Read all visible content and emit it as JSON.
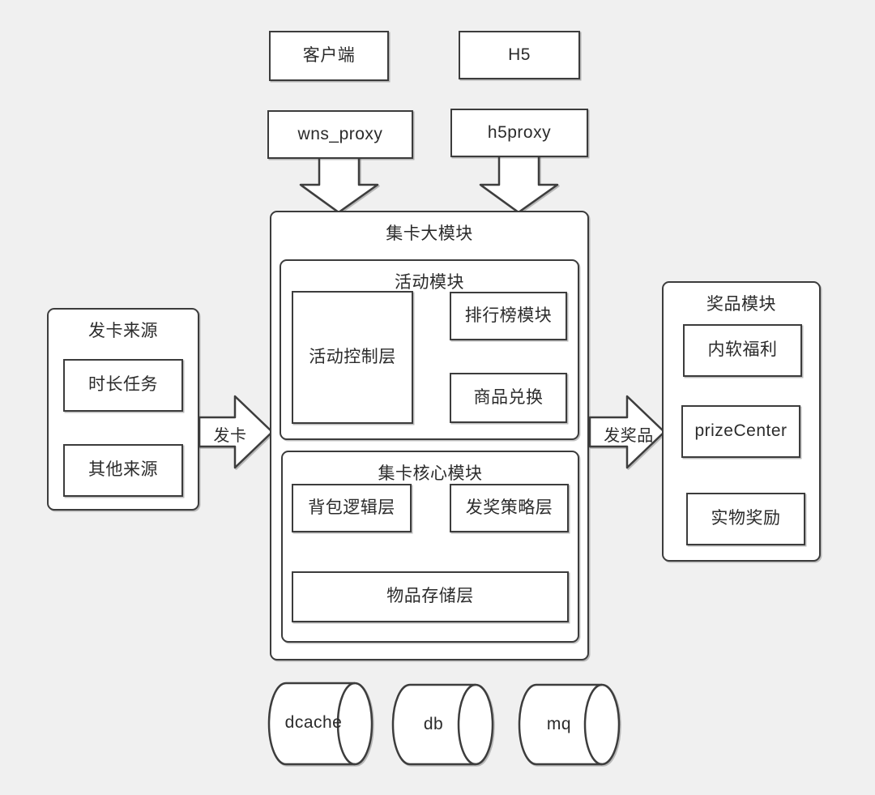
{
  "diagram": {
    "title_present": false,
    "background_color": "#f0f0f0",
    "stroke_color": "#3c3c3c",
    "fill_color": "#ffffff",
    "clients": [
      {
        "label": "客户端",
        "name": "client-box"
      },
      {
        "label": "H5",
        "name": "h5-box"
      }
    ],
    "proxies": [
      {
        "label": "wns_proxy",
        "name": "wns-proxy-box"
      },
      {
        "label": "h5proxy",
        "name": "h5-proxy-box"
      }
    ],
    "card_source": {
      "title": "发卡来源",
      "items": [
        {
          "label": "时长任务"
        },
        {
          "label": "其他来源"
        }
      ]
    },
    "main_module": {
      "title": "集卡大模块",
      "activity_module": {
        "title": "活动模块",
        "control_layer": {
          "label": "活动控制层"
        },
        "side_items": [
          {
            "label": "排行榜模块"
          },
          {
            "label": "商品兑换"
          }
        ]
      },
      "core_module": {
        "title": "集卡核心模块",
        "items": [
          {
            "label": "背包逻辑层"
          },
          {
            "label": "发奖策略层"
          },
          {
            "label": "物品存储层"
          }
        ]
      }
    },
    "prize_module": {
      "title": "奖品模块",
      "items": [
        {
          "label": "内软福利"
        },
        {
          "label": "prizeCenter"
        },
        {
          "label": "实物奖励"
        }
      ]
    },
    "storage": [
      {
        "label": "dcache"
      },
      {
        "label": "db"
      },
      {
        "label": "mq"
      }
    ],
    "flow_labels": {
      "issue_card": "发卡",
      "issue_prize": "发奖品"
    }
  }
}
